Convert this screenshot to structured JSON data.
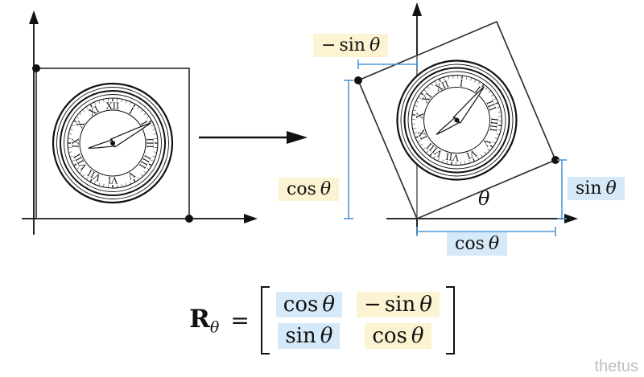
{
  "colors": {
    "highlight_yellow": "#fcf3d2",
    "highlight_blue": "#d6e9f8",
    "measure_blue": "#4f97d8",
    "watermark_gray": "#bdbdbd"
  },
  "right_figure": {
    "labels": {
      "neg_sin": {
        "sign": "−",
        "fn": "sin",
        "var": "θ"
      },
      "cos_left": {
        "fn": "cos",
        "var": "θ"
      },
      "sin_right": {
        "fn": "sin",
        "var": "θ"
      },
      "cos_bottom": {
        "fn": "cos",
        "var": "θ"
      },
      "angle": "θ"
    }
  },
  "formula": {
    "name": "R",
    "subscript": "θ",
    "equals": "=",
    "matrix": [
      [
        {
          "fn": "cos",
          "var": "θ"
        },
        {
          "sign": "−",
          "fn": "sin",
          "var": "θ"
        }
      ],
      [
        {
          "fn": "sin",
          "var": "θ"
        },
        {
          "fn": "cos",
          "var": "θ"
        }
      ]
    ]
  },
  "clock": {
    "numerals": [
      "XII",
      "I",
      "II",
      "III",
      "IIII",
      "V",
      "VI",
      "VII",
      "VIII",
      "IX",
      "X",
      "XI"
    ]
  },
  "watermark": "thetus"
}
